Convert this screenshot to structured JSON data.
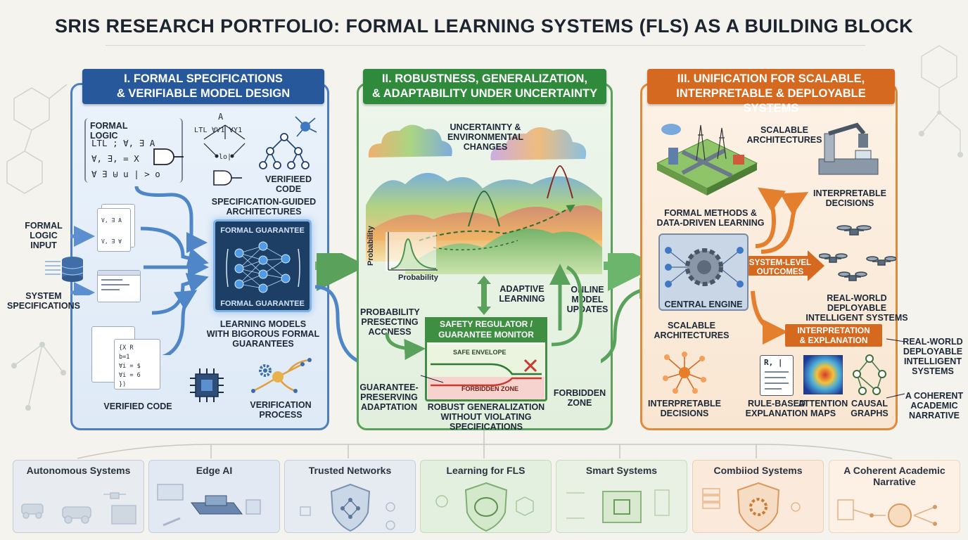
{
  "title": "SRIS RESEARCH PORTFOLIO: FORMAL LEARNING SYSTEMS (FLS) AS A BUILDING BLOCK",
  "panels": {
    "p1": {
      "heading_line1": "I. FORMAL SPECIFICATIONS",
      "heading_line2": "& VERIFIABLE MODEL DESIGN",
      "formal_logic_title": "FORMAL LOGIC",
      "formal_logic_lines": [
        "LTL ; ∀, ∃ A",
        "∀, ∃, = X",
        "∀ ∃ ⊎ u | > o"
      ],
      "tree_top": "A",
      "tree_row": "LTL  ∀V1  ∀Y1",
      "tree_bottom": "lo|",
      "verified_code_label": "VERIFIEED CODE",
      "spec_guided_line1": "SPECIFICATION-GUIDED",
      "spec_guided_line2": "ARCHITECTURES",
      "formal_logic_input_lines": [
        "FORMAL",
        "LOGIC",
        "INPUT"
      ],
      "system_specs_lines": [
        "SYSTEM",
        "SPECIFICATIONS"
      ],
      "doc_text_a": "V, ∃ A",
      "doc_text_b": "V, ∃ ∀",
      "guarantee_top": "FORMAL GUARANTEE",
      "guarantee_bottom": "FORMAL GUARANTEE",
      "learning_models_lines": [
        "LEARNING MODELS",
        "WITH BIGOROUS FORMAL",
        "GUARANTEES"
      ],
      "code_lines": [
        "{X R",
        "b=1",
        "∀i = $",
        "∀i = 6",
        "})"
      ],
      "verified_code_bottom": "VERIFIED CODE",
      "verification_lines": [
        "VERIFICATION",
        "PROCESS"
      ]
    },
    "p2": {
      "heading_line1": "II. ROBUSTNESS, GENERALIZATION,",
      "heading_line2": "& ADAPTABILITY UNDER UNCERTAINTY",
      "uncertainty_lines": [
        "UNCERTAINTY &",
        "ENVIRONMENTAL",
        "CHANGES"
      ],
      "probability_y": "Probability",
      "probability_x": "Probability",
      "adaptive_lines": [
        "ADAPTIVE",
        "LEARNING"
      ],
      "online_lines": [
        "ONLINE",
        "MODEL",
        "UPDATES"
      ],
      "prob_preserving_lines": [
        "PROBABILITY",
        "PRESECTING",
        "ACCNESS"
      ],
      "regulator_lines": [
        "SAFETY REGULATOR /",
        "GUARANTEE MONITOR"
      ],
      "safe_envelope": "SAFE ENVELOPE",
      "forbidden_zone_inner": "FORBIDDEN ZONE",
      "forbidden_zone_outer_lines": [
        "FORBIDDEN",
        "ZONE"
      ],
      "guarantee_preserving_lines": [
        "GUARANTEE-",
        "PRESERVING",
        "ADAPTATION"
      ],
      "robust_lines": [
        "ROBUST GENERALIZATION",
        "WITHOUT VIOLATING SPECIFICATIONS"
      ]
    },
    "p3": {
      "heading_line1": "III. UNIFICATION FOR SCALABLE,",
      "heading_line2": "INTERPRETABLE & DEPLOYABLE SYSTEMS",
      "scalable_top_lines": [
        "SCALABLE",
        "ARCHITECTURES"
      ],
      "interpretable_top_lines": [
        "INTERPRETABLE",
        "DECISIONS"
      ],
      "formal_methods_lines": [
        "FORMAL METHODS &",
        "DATA-DRIVEN LEARNING"
      ],
      "system_level_lines": [
        "SYSTEM-LEVEL",
        "OUTCOMES"
      ],
      "central_engine": "CENTRAL ENGINE",
      "real_world_lines": [
        "REAL-WORLD DEPLOYABLE",
        "INTELLIGENT SYSTEMS"
      ],
      "scalable_mid_lines": [
        "SCALABLE",
        "ARCHITECTURES"
      ],
      "interp_expl_lines": [
        "INTERPRETATION",
        "& EXPLANATION"
      ],
      "interpretable_bottom_lines": [
        "INTERPRETABLE",
        "DECISIONS"
      ],
      "rule_based_lines": [
        "RULE-BASED",
        "EXPLANATION"
      ],
      "rule_doc_text": "R, |",
      "attention_lines": [
        "ATTENTION",
        "MAPS"
      ],
      "causal_lines": [
        "CAUSAL",
        "GRAPHS"
      ],
      "side_real_world_lines": [
        "REAL-WORLD",
        "DEPLOYABLE",
        "INTELLIGENT",
        "SYSTEMS"
      ],
      "side_coherent_lines": [
        "A COHERENT",
        "ACADEMIC",
        "NARRATIVE"
      ]
    }
  },
  "bottom_tiles": [
    {
      "label": "Autonomous Systems"
    },
    {
      "label": "Edge AI"
    },
    {
      "label": "Trusted Networks"
    },
    {
      "label": "Learning for FLS"
    },
    {
      "label": "Smart Systems"
    },
    {
      "label": "Combiiod Systems"
    },
    {
      "label": "A Coherent Academic Narrative"
    }
  ],
  "colors": {
    "blue": "#27589b",
    "green": "#2f8a3c",
    "orange": "#d4691f"
  }
}
